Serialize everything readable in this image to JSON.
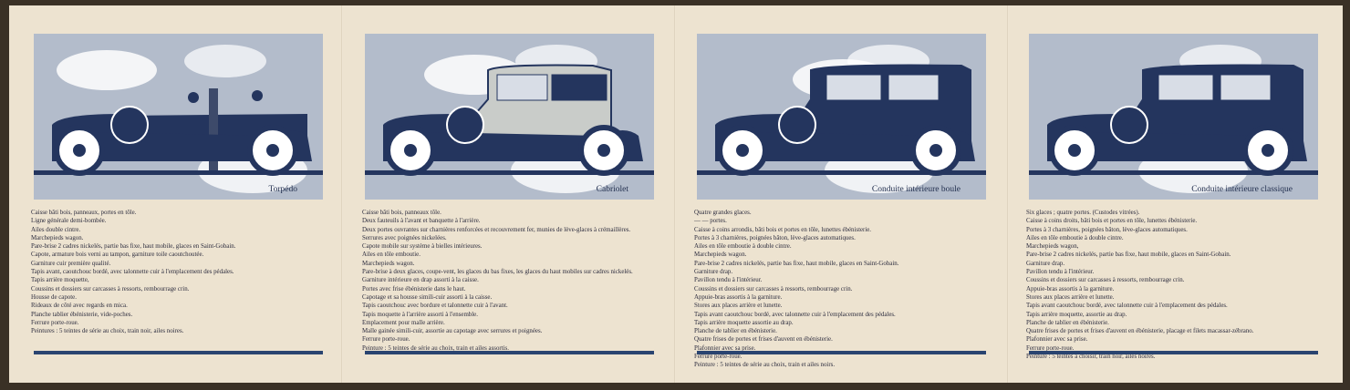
{
  "colors": {
    "paper": "#ede3d0",
    "sky": "#b3bccb",
    "ink": "#24355e",
    "bar": "#2a4470"
  },
  "panels": [
    {
      "caption": "Torpédo",
      "specs": [
        "Caisse bâti bois, panneaux, portes en tôle.",
        "Ligne générale demi-bombée.",
        "Ailes double cintre.",
        "Marchepieds wagon.",
        "Pare-brise 2  cadres nickelés, partie bas fixe, haut mobile, glaces en Saint-Gobain.",
        "Capote, armature bois verni au tampon, garniture toile caoutchoutée.",
        "Garniture cuir première qualité.",
        "Tapis avant, caoutchouc bordé, avec talonnette cuir à l'emplacement des pédales.",
        "Tapis arrière moquette,",
        "Coussins et dossiers sur carcasses à ressorts, rembourrage crin.",
        "Housse de capote.",
        "Rideaux de côté avec regards en mica.",
        "Planche tablier ébénisterie, vide-poches.",
        "Ferrure porte-roue.",
        "Peintures : 5 teintes de série au choix, train noir, ailes noires."
      ]
    },
    {
      "caption": "Cabriolet",
      "specs": [
        "Caisse bâti bois, panneaux tôle.",
        "Deux fauteuils à l'avant et banquette à l'arrière.",
        "Deux portes ouvrantes sur charnières renforcées et recouvrement fer, munies de lève-glaces à crémaillères.",
        "Serrures avec poignées nickelées.",
        "Capote mobile sur système à bielles intérieures.",
        "Ailes en tôle emboutie.",
        "Marchepieds wagon.",
        "Pare-brise à deux glaces, coupe-vent, les glaces du bas fixes, les glaces du haut mobiles sur cadres nickelés.",
        "Garniture intérieure en drap assorti à la caisse.",
        "Portes avec frise ébénisterie dans le haut.",
        "Capotage et sa housse simili-cuir assorti à la caisse.",
        "Tapis caoutchouc avec bordure et talonnette cuir à l'avant.",
        "Tapis moquette à l'arrière assorti à l'ensemble.",
        "Emplacement pour malle arrière.",
        "Malle gainée simili-cuir, assortie au capotage avec serrures et poignées.",
        "Ferrure porte-roue.",
        "Peinture : 5 teintes de série au choix, train et ailes assortis."
      ]
    },
    {
      "caption": "Conduite intérieure boule",
      "specs": [
        "Quatre grandes glaces.",
        "—     —     portes.",
        "Caisse à coins arrondis, bâti bois et portes en tôle, lunettes ébénisterie.",
        "Portes à 3 charnières, poignées bâton, lève-glaces automatiques.",
        "Ailes en tôle emboutie à double cintre.",
        "Marchepieds wagon.",
        "Pare-brise 2 cadres nickelés, partie bas fixe, haut mobile, glaces en Saint-Gobain.",
        "Garniture drap.",
        "Pavillon tendu à l'intérieur.",
        "Coussins et dossiers sur carcasses à ressorts, rembourrage crin.",
        "Appuie-bras assortis à la garniture.",
        "Stores aux places arrière et lunette.",
        "Tapis avant caoutchouc bordé, avec talonnette cuir à l'emplacement des pédales.",
        "Tapis arrière moquette assortie au drap.",
        "Planche de tablier en ébénisterie.",
        "Quatre frises de portes et frises d'auvent en ébénisterie.",
        "Plafonnier avec sa prise.",
        "Ferrure porte-roue.",
        "Peinture : 5 teintes de série au choix, train et ailes noirs."
      ]
    },
    {
      "caption": "Conduite intérieure classique",
      "specs": [
        "Six glaces ; quatre portes. (Custodes vitrées).",
        "Caisse à coins droits, bâti bois et portes en tôle, lunettes ébénisterie.",
        "Portes à 3 charnières, poignées bâton, lève-glaces automatiques.",
        "Ailes en tôle emboutie à double cintre.",
        "Marchepieds wagon,",
        "Pare-brise 2 cadres nickelés, partie bas fixe, haut mobile, glaces en Saint-Gobain.",
        "Garniture drap.",
        "Pavillon tendu à l'intérieur.",
        "Coussins et dossiers sur carcasses à ressorts, rembourrage crin.",
        "Appuie-bras assortis à la garniture.",
        "Stores aux places arrière et lunette.",
        "Tapis avant caoutchouc bordé, avec talonnette cuir à l'emplacement des pédales.",
        "Tapis arrière moquette, assortie au drap.",
        "Planche de tablier en ébénisterie.",
        "Quatre frises de portes et frises d'auvent en ébénisterie, placage et filets macassar-zébrano.",
        "Plafonnier avec sa prise.",
        "Ferrure porte-roue.",
        "Peinture : 5 teintes à choisir, train noir, ailes noires."
      ]
    }
  ]
}
